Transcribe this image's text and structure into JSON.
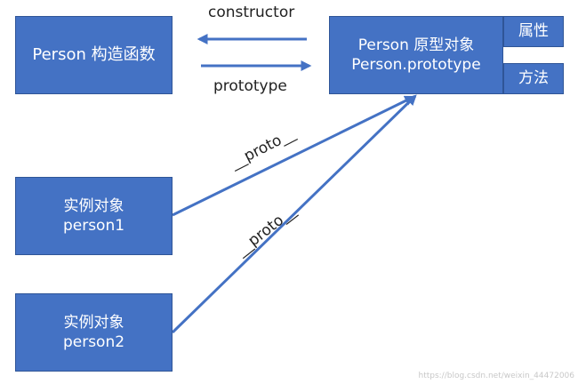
{
  "nodes": {
    "constructor_box": "Person 构造函数",
    "prototype_box_line1": "Person 原型对象",
    "prototype_box_line2": "Person.prototype",
    "property_box": "属性",
    "method_box": "方法",
    "instance1_line1": "实例对象",
    "instance1_line2": "person1",
    "instance2_line1": "实例对象",
    "instance2_line2": "person2"
  },
  "edges": {
    "constructor_label": "constructor",
    "prototype_label": "prototype",
    "proto1_label": "__proto__",
    "proto2_label": "__proto__"
  },
  "watermark": "https://blog.csdn.net/weixin_44472006",
  "colors": {
    "box_fill": "#4472c4",
    "box_border": "#2f5597",
    "arrow": "#4472c4",
    "text_on_box": "#ffffff",
    "label_text": "#222222"
  }
}
